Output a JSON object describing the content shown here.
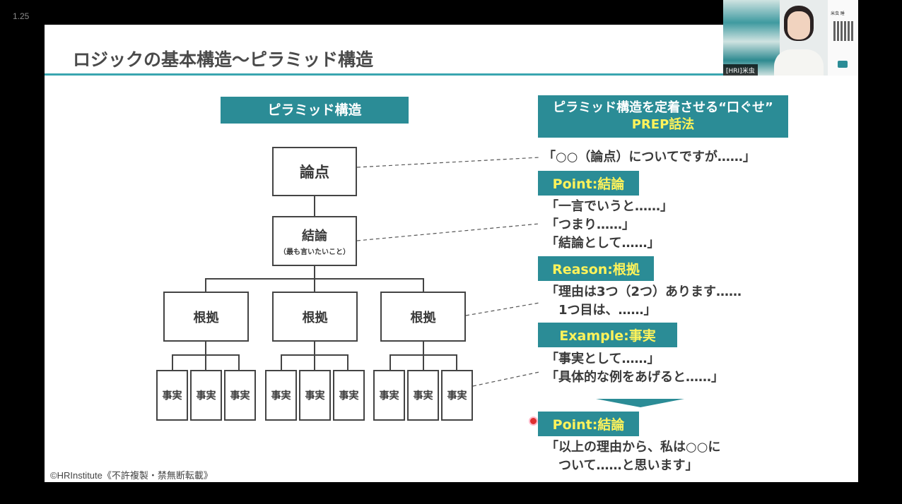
{
  "timestamp": "1.25",
  "slide": {
    "title": "ロジックの基本構造〜ピラミッド構造",
    "left_header": "ピラミッド構造",
    "right_header_line1": "ピラミッド構造を定着させる“口ぐせ”",
    "right_header_line2": "PREP話法",
    "pyramid": {
      "top": "論点",
      "middle": "結論",
      "middle_sub": "（最も言いたいこと）",
      "reason": "根拠",
      "fact": "事実"
    },
    "prep": {
      "intro": "「○○（論点）についてですが……」",
      "point_tag": "Point:結論",
      "point_lines": [
        "「一言でいうと……」",
        "「つまり……」",
        "「結論として……」"
      ],
      "reason_tag": "Reason:根拠",
      "reason_lines": [
        "「理由は3つ（2つ）あります……",
        "　1つ目は、……」"
      ],
      "example_tag": "Example:事実",
      "example_lines": [
        "「事実として……」",
        "「具体的な例をあげると……」"
      ],
      "point2_tag": "Point:結論",
      "point2_lines": [
        "「以上の理由から、私は○○に",
        "　ついて……と思います」"
      ]
    },
    "copyright": "©HRInstitute《不許複製・禁無断転載》"
  },
  "video": {
    "name_label": "[HRI]米虫",
    "card_name": "米虫 睡"
  },
  "colors": {
    "accent": "#2b8c96",
    "tag_text": "#fff35a",
    "rule": "#3aa6b0",
    "box_border": "#444444"
  }
}
